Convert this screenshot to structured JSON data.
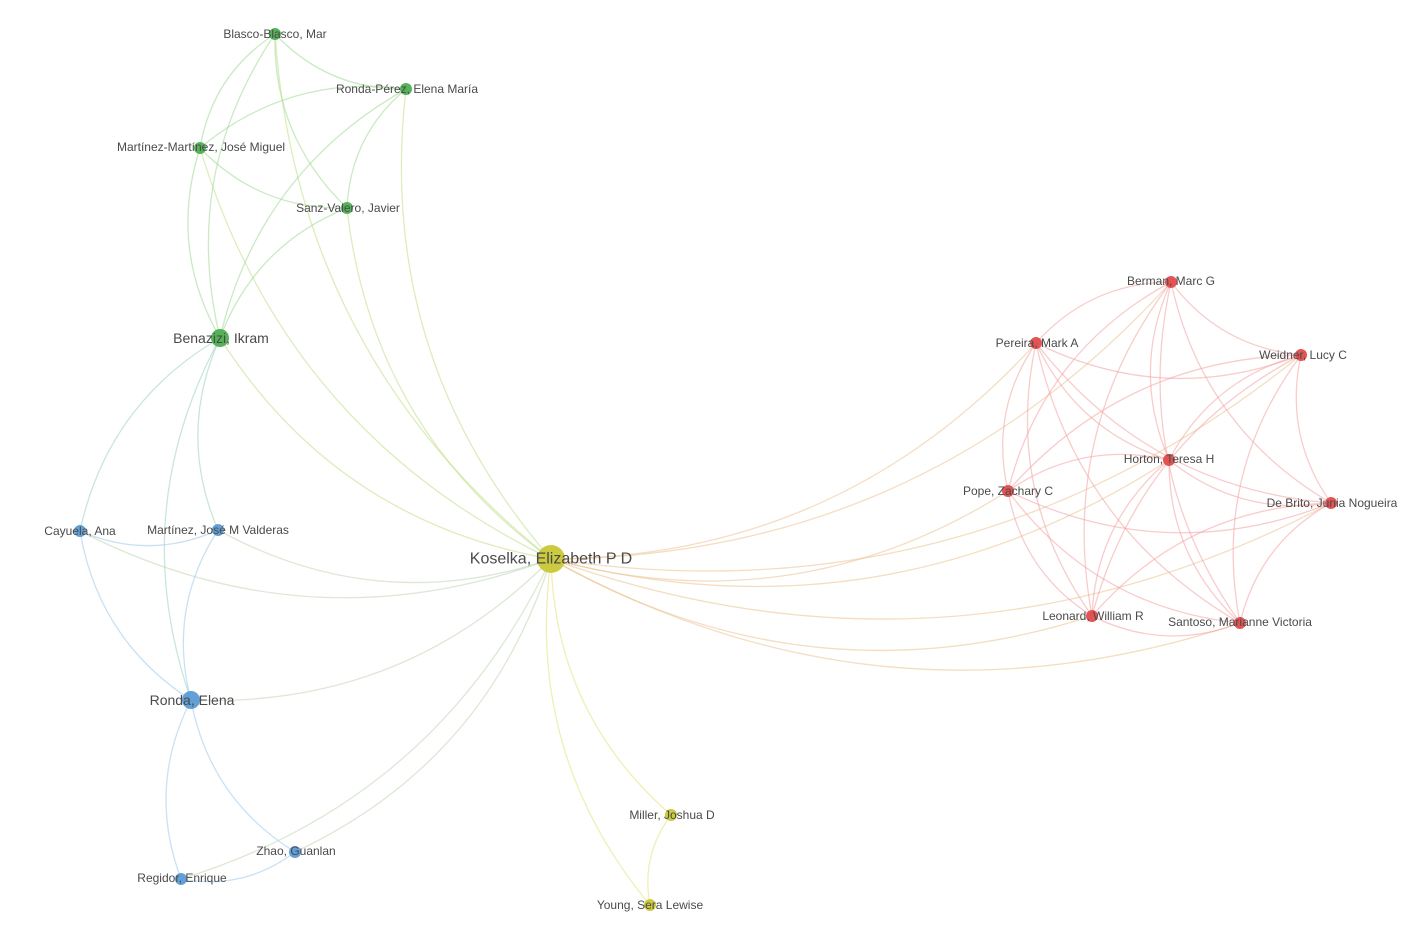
{
  "clusters": {
    "green": {
      "color": "#4caf50",
      "edge_color": "#9ed994"
    },
    "blue": {
      "color": "#5b9bd5",
      "edge_color": "#9cc9ec"
    },
    "red": {
      "color": "#e24c4c",
      "edge_color": "#f4a3a3"
    },
    "yellow": {
      "color": "#c9c737",
      "edge_color": "#e2e27a"
    }
  },
  "nodes": [
    {
      "id": "koselka",
      "label": "Koselka, Elizabeth P D",
      "cluster": "yellow",
      "weight": 5
    },
    {
      "id": "miller",
      "label": "Miller, Joshua D",
      "cluster": "yellow",
      "weight": 1
    },
    {
      "id": "young",
      "label": "Young, Sera Lewise",
      "cluster": "yellow",
      "weight": 1
    },
    {
      "id": "blasco",
      "label": "Blasco-Blasco, Mar",
      "cluster": "green",
      "weight": 1
    },
    {
      "id": "rondap",
      "label": "Ronda-Pérez, Elena María",
      "cluster": "green",
      "weight": 1
    },
    {
      "id": "martmart",
      "label": "Martínez-Martínez, José Miguel",
      "cluster": "green",
      "weight": 1
    },
    {
      "id": "sanz",
      "label": "Sanz-Valero, Javier",
      "cluster": "green",
      "weight": 1
    },
    {
      "id": "benazizi",
      "label": "Benazizi, Ikram",
      "cluster": "green",
      "weight": 2
    },
    {
      "id": "cayuela",
      "label": "Cayuela, Ana",
      "cluster": "blue",
      "weight": 1
    },
    {
      "id": "martval",
      "label": "Martínez, José M Valderas",
      "cluster": "blue",
      "weight": 1
    },
    {
      "id": "ronda",
      "label": "Ronda, Elena",
      "cluster": "blue",
      "weight": 2
    },
    {
      "id": "zhao",
      "label": "Zhao, Guanlan",
      "cluster": "blue",
      "weight": 1
    },
    {
      "id": "regidor",
      "label": "Regidor, Enrique",
      "cluster": "blue",
      "weight": 1
    },
    {
      "id": "berman",
      "label": "Berman, Marc G",
      "cluster": "red",
      "weight": 1
    },
    {
      "id": "pereira",
      "label": "Pereira, Mark A",
      "cluster": "red",
      "weight": 1
    },
    {
      "id": "weidner",
      "label": "Weidner, Lucy C",
      "cluster": "red",
      "weight": 1
    },
    {
      "id": "horton",
      "label": "Horton, Teresa H",
      "cluster": "red",
      "weight": 1
    },
    {
      "id": "pope",
      "label": "Pope, Zachary C",
      "cluster": "red",
      "weight": 1
    },
    {
      "id": "debrito",
      "label": "De Brito, Junia Nogueira",
      "cluster": "red",
      "weight": 1
    },
    {
      "id": "leonard",
      "label": "Leonard, William R",
      "cluster": "red",
      "weight": 1
    },
    {
      "id": "santoso",
      "label": "Santoso, Marianne Victoria",
      "cluster": "red",
      "weight": 1
    }
  ],
  "edges": [
    [
      "blasco",
      "rondap"
    ],
    [
      "blasco",
      "martmart"
    ],
    [
      "blasco",
      "sanz"
    ],
    [
      "blasco",
      "benazizi"
    ],
    [
      "blasco",
      "koselka"
    ],
    [
      "rondap",
      "martmart"
    ],
    [
      "rondap",
      "sanz"
    ],
    [
      "rondap",
      "benazizi"
    ],
    [
      "rondap",
      "koselka"
    ],
    [
      "martmart",
      "sanz"
    ],
    [
      "martmart",
      "benazizi"
    ],
    [
      "martmart",
      "koselka"
    ],
    [
      "sanz",
      "benazizi"
    ],
    [
      "sanz",
      "koselka"
    ],
    [
      "benazizi",
      "koselka"
    ],
    [
      "benazizi",
      "cayuela"
    ],
    [
      "benazizi",
      "martval"
    ],
    [
      "benazizi",
      "ronda"
    ],
    [
      "cayuela",
      "martval"
    ],
    [
      "cayuela",
      "ronda"
    ],
    [
      "cayuela",
      "koselka"
    ],
    [
      "martval",
      "ronda"
    ],
    [
      "martval",
      "koselka"
    ],
    [
      "ronda",
      "koselka"
    ],
    [
      "ronda",
      "zhao"
    ],
    [
      "ronda",
      "regidor"
    ],
    [
      "regidor",
      "zhao"
    ],
    [
      "regidor",
      "koselka"
    ],
    [
      "zhao",
      "koselka"
    ],
    [
      "koselka",
      "miller"
    ],
    [
      "koselka",
      "young"
    ],
    [
      "miller",
      "young"
    ],
    [
      "koselka",
      "berman"
    ],
    [
      "koselka",
      "pereira"
    ],
    [
      "koselka",
      "weidner"
    ],
    [
      "koselka",
      "horton"
    ],
    [
      "koselka",
      "pope"
    ],
    [
      "koselka",
      "debrito"
    ],
    [
      "koselka",
      "leonard"
    ],
    [
      "koselka",
      "santoso"
    ],
    [
      "berman",
      "pereira"
    ],
    [
      "berman",
      "weidner"
    ],
    [
      "berman",
      "horton"
    ],
    [
      "berman",
      "pope"
    ],
    [
      "berman",
      "debrito"
    ],
    [
      "berman",
      "leonard"
    ],
    [
      "berman",
      "santoso"
    ],
    [
      "pereira",
      "weidner"
    ],
    [
      "pereira",
      "horton"
    ],
    [
      "pereira",
      "pope"
    ],
    [
      "pereira",
      "debrito"
    ],
    [
      "pereira",
      "leonard"
    ],
    [
      "pereira",
      "santoso"
    ],
    [
      "weidner",
      "horton"
    ],
    [
      "weidner",
      "pope"
    ],
    [
      "weidner",
      "debrito"
    ],
    [
      "weidner",
      "leonard"
    ],
    [
      "weidner",
      "santoso"
    ],
    [
      "horton",
      "pope"
    ],
    [
      "horton",
      "debrito"
    ],
    [
      "horton",
      "leonard"
    ],
    [
      "horton",
      "santoso"
    ],
    [
      "pope",
      "debrito"
    ],
    [
      "pope",
      "leonard"
    ],
    [
      "pope",
      "santoso"
    ],
    [
      "debrito",
      "leonard"
    ],
    [
      "debrito",
      "santoso"
    ],
    [
      "leonard",
      "santoso"
    ]
  ]
}
